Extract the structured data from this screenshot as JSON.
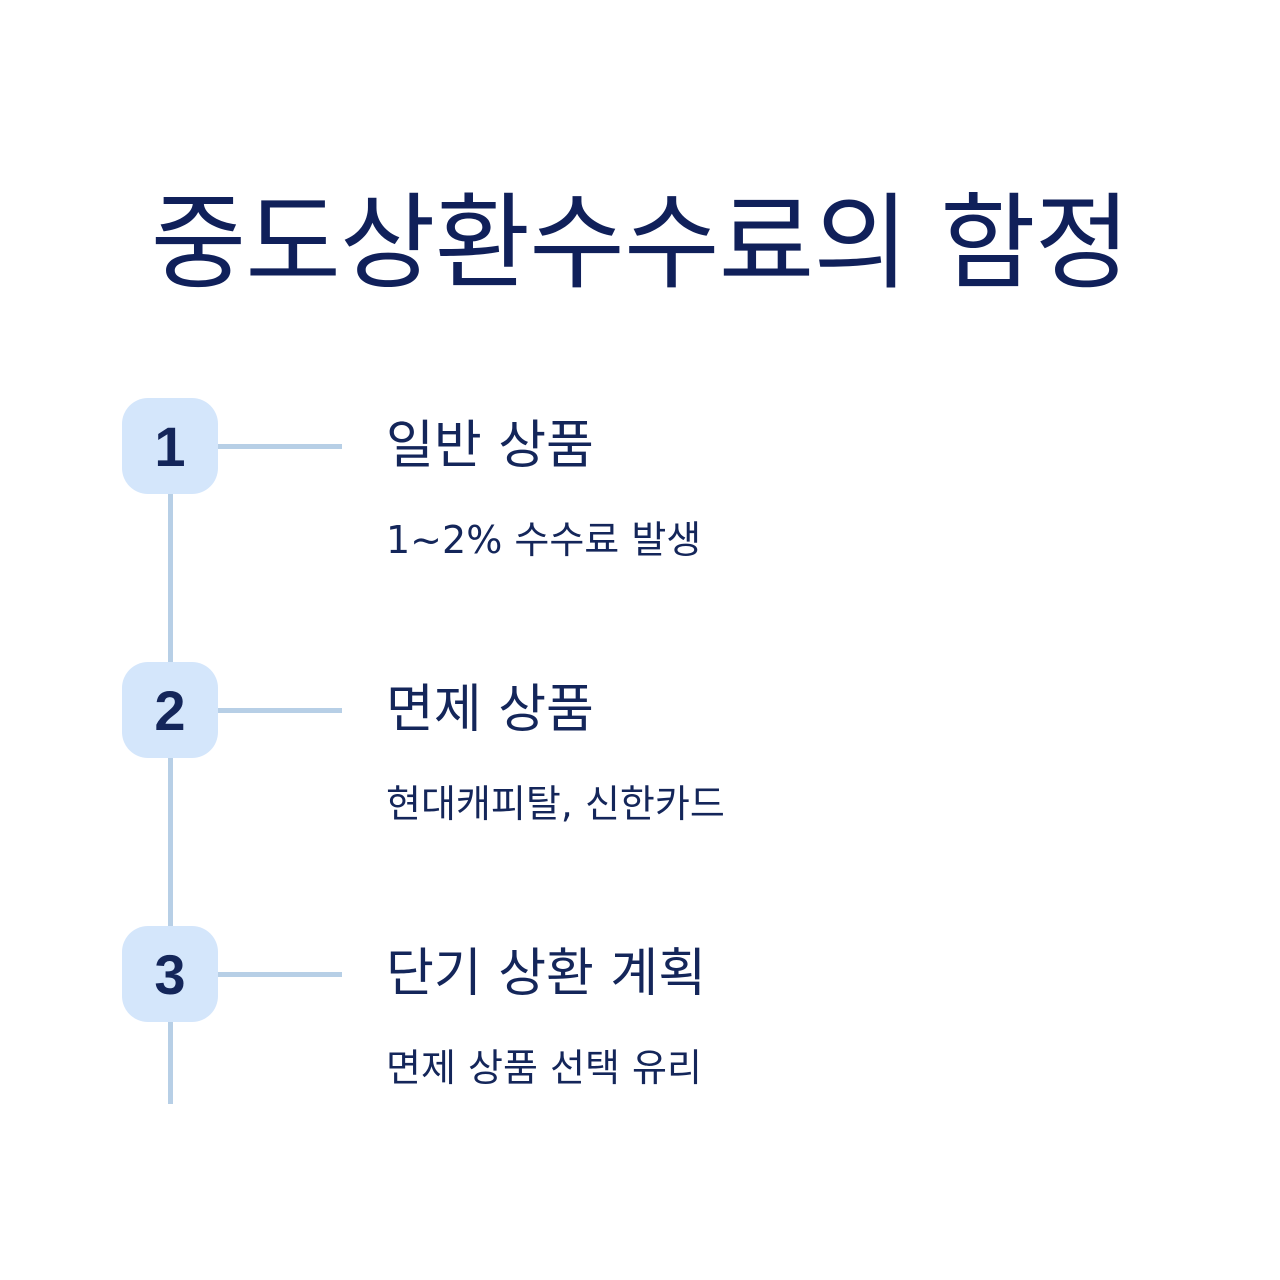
{
  "title": "중도상환수수료의 함정",
  "steps": [
    {
      "number": "1",
      "title": "일반 상품",
      "description": "1~2% 수수료 발생"
    },
    {
      "number": "2",
      "title": "면제 상품",
      "description": "현대캐피탈, 신한카드"
    },
    {
      "number": "3",
      "title": "단기 상환 계획",
      "description": "면제 상품 선택 유리"
    }
  ],
  "colors": {
    "title": "#10205a",
    "text": "#14265a",
    "badge_background": "#d4e6fb",
    "connector": "#b7cfe6"
  }
}
